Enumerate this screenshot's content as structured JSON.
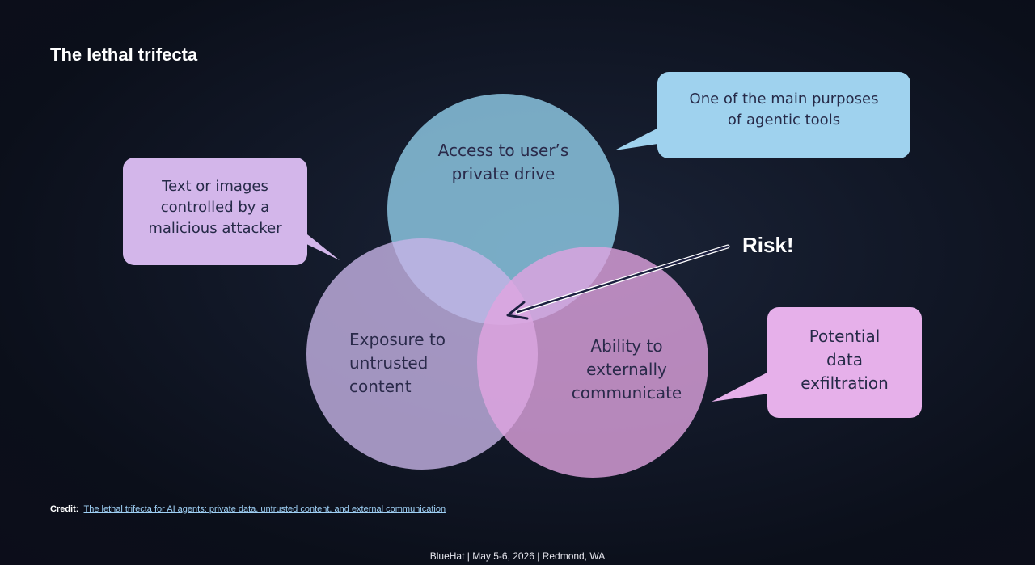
{
  "slide": {
    "title": "The lethal trifecta"
  },
  "circles": {
    "top": "Access to user’s\nprivate drive",
    "left": "Exposure to\nuntrusted\ncontent",
    "right": "Ability to\nexternally\ncommunicate"
  },
  "callouts": {
    "top_right": "One of the main purposes\nof agentic tools",
    "left": "Text or images\ncontrolled by a\nmalicious attacker",
    "right": "Potential\ndata\nexfiltration"
  },
  "risk": {
    "label": "Risk!"
  },
  "credit": {
    "label": "Credit:",
    "link_text": "The lethal trifecta for AI agents: private data, untrusted content, and external communication"
  },
  "footer": {
    "text": "BlueHat | May 5-6, 2026 | Redmond, WA"
  },
  "colors": {
    "background": "#0f1422",
    "circle_top": "#8bc4df",
    "circle_left": "#c4b2e2",
    "circle_right": "#e0a8e0",
    "callout_blue": "#9fd2ee",
    "callout_purple": "#d3b6ea",
    "callout_pink": "#e6b0ea",
    "arrow": "#1c2040",
    "link": "#9fd0f5"
  }
}
